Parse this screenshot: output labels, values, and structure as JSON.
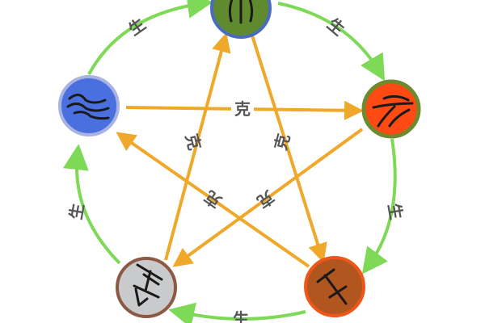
{
  "diagram": {
    "type": "five-elements-cycle",
    "colors": {
      "generate_arrow": "#7ed957",
      "overcome_arrow": "#f0a82a",
      "label_text": "#555555",
      "background": "#ffffff"
    },
    "nodes": [
      {
        "id": "top",
        "fill": "#5f8a2e",
        "ring": "#4a6bbf",
        "glyph": "triple-vertical-strokes"
      },
      {
        "id": "right",
        "fill": "#ff4a14",
        "ring": "#6e8a2e",
        "glyph": "crossed-curved-strokes"
      },
      {
        "id": "bottom-right",
        "fill": "#b2561f",
        "ring": "#f0561a",
        "glyph": "t-cross-strokes"
      },
      {
        "id": "bottom-left",
        "fill": "#c9cacc",
        "ring": "#8c5a44",
        "glyph": "angular-strokes"
      },
      {
        "id": "left",
        "fill": "#4a6fde",
        "ring": "#a9b3e3",
        "glyph": "wave-strokes"
      }
    ],
    "generate_labels": [
      "生",
      "生",
      "生",
      "生",
      "生"
    ],
    "overcome_labels": [
      "克",
      "克",
      "克",
      "克",
      "克"
    ]
  }
}
